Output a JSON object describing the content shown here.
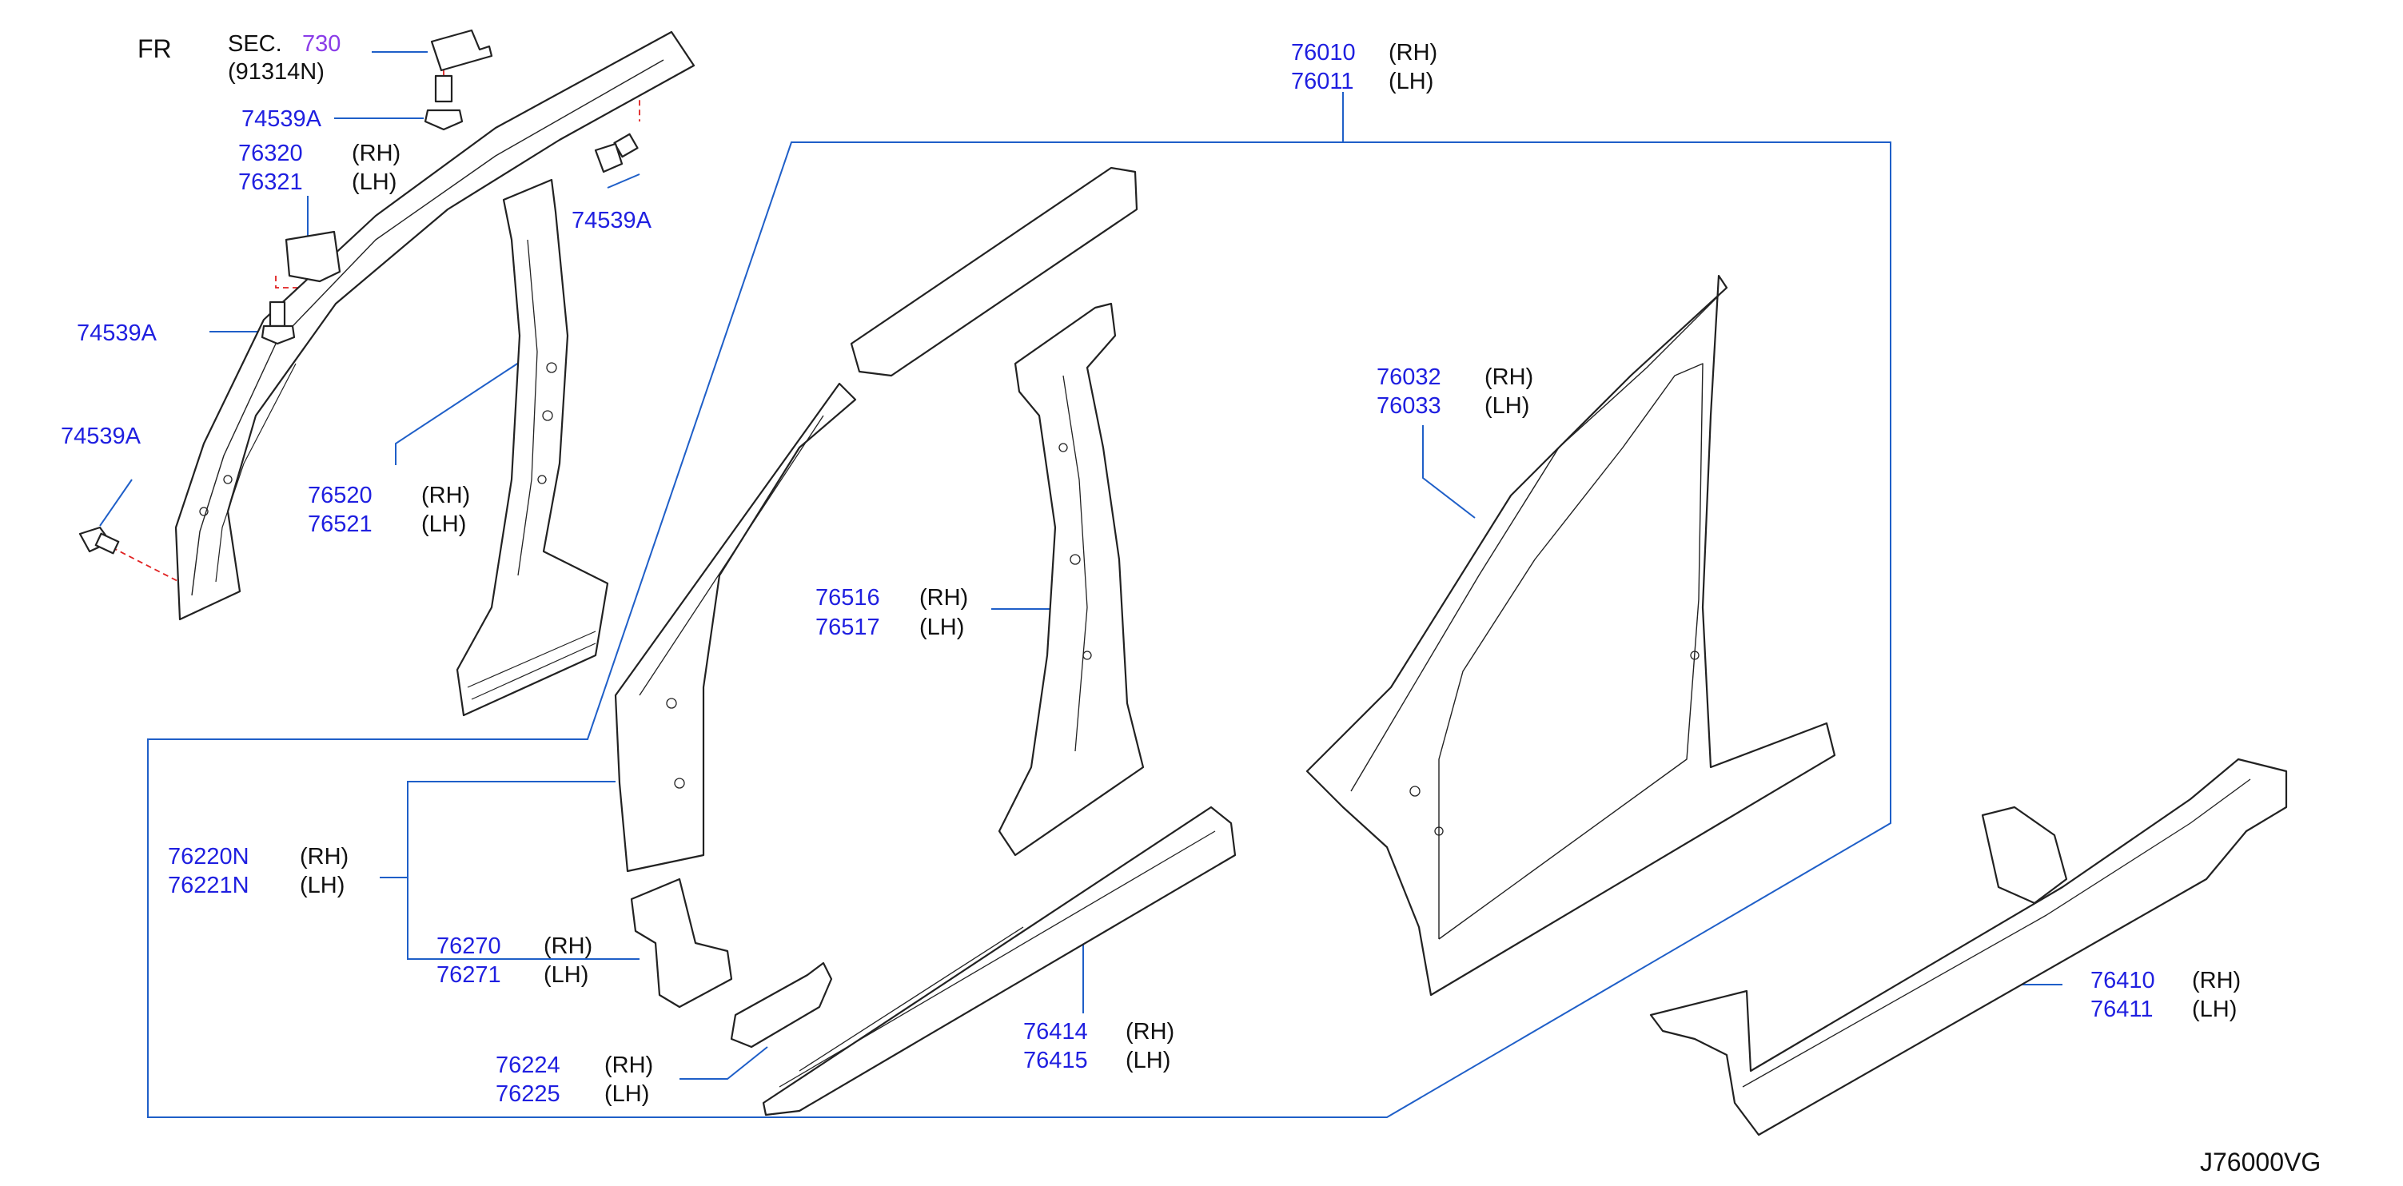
{
  "diagram_id": "J76000VG",
  "front_marker": "FR",
  "section_ref": {
    "prefix": "SEC.",
    "number": "730",
    "part": "(91314N)"
  },
  "side_rh": "(RH)",
  "side_lh": "(LH)",
  "parts": {
    "p74539a_1": "74539A",
    "p74539a_2": "74539A",
    "p74539a_3": "74539A",
    "p74539a_4": "74539A",
    "p76320": "76320",
    "p76321": "76321",
    "p76520": "76520",
    "p76521": "76521",
    "p76010": "76010",
    "p76011": "76011",
    "p76516": "76516",
    "p76517": "76517",
    "p76032": "76032",
    "p76033": "76033",
    "p76220n": "76220N",
    "p76221n": "76221N",
    "p76270": "76270",
    "p76271": "76271",
    "p76224": "76224",
    "p76225": "76225",
    "p76414": "76414",
    "p76415": "76415",
    "p76410": "76410",
    "p76411": "76411"
  },
  "colors": {
    "part_number": "#1f1fe0",
    "section_number": "#8a3ce8",
    "leader": "#1f5fc8",
    "drawing": "#222222",
    "fastener_hint": "#e02020"
  }
}
